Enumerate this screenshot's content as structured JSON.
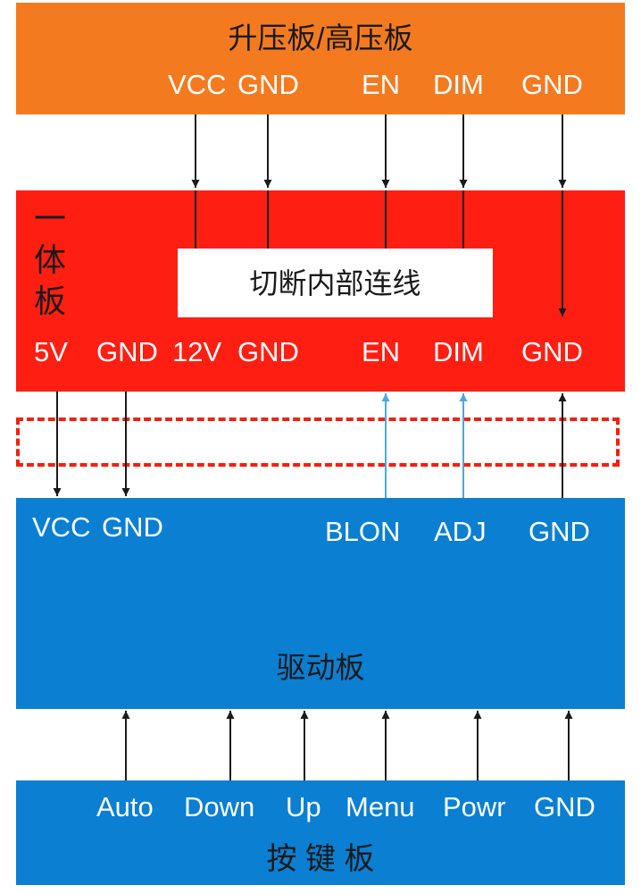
{
  "colors": {
    "boost": "#f47a20",
    "integrated": "#fe1e12",
    "driver": "#0b7fd1",
    "keypad": "#0b7fd1",
    "wire": "#1a1a1a",
    "signal_wire": "#4aa8e6",
    "dashed": "#ee2211"
  },
  "boost_board": {
    "title": "升压板/高压板",
    "pins": [
      "VCC",
      "GND",
      "EN",
      "DIM",
      "GND"
    ]
  },
  "integrated_board": {
    "title": "一\n体\n板",
    "cut_note": "切断内部连线",
    "pins": [
      "5V",
      "GND",
      "12V",
      "GND",
      "EN",
      "DIM",
      "GND"
    ]
  },
  "driver_board": {
    "title": "驱动板",
    "pins": [
      "VCC",
      "GND",
      "BLON",
      "ADJ",
      "GND"
    ]
  },
  "keypad_board": {
    "title": "按 键 板",
    "pins": [
      "Auto",
      "Down",
      "Up",
      "Menu",
      "Powr",
      "GND"
    ]
  }
}
